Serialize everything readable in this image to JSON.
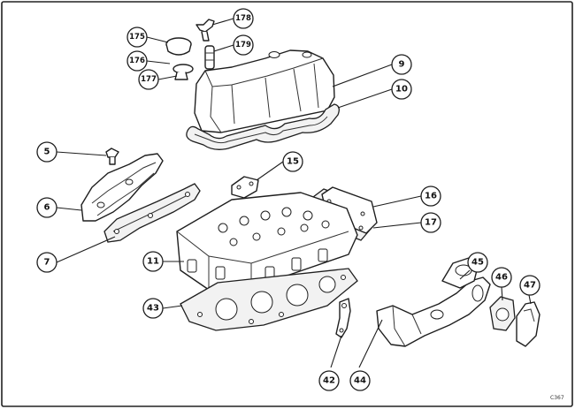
{
  "diagram": {
    "callouts": [
      {
        "id": "c9",
        "label": "9"
      },
      {
        "id": "c10",
        "label": "10"
      },
      {
        "id": "c175",
        "label": "175"
      },
      {
        "id": "c176",
        "label": "176"
      },
      {
        "id": "c177",
        "label": "177"
      },
      {
        "id": "c178",
        "label": "178"
      },
      {
        "id": "c179",
        "label": "179"
      },
      {
        "id": "c5",
        "label": "5"
      },
      {
        "id": "c6",
        "label": "6"
      },
      {
        "id": "c7",
        "label": "7"
      },
      {
        "id": "c15",
        "label": "15"
      },
      {
        "id": "c16",
        "label": "16"
      },
      {
        "id": "c17",
        "label": "17"
      },
      {
        "id": "c11",
        "label": "11"
      },
      {
        "id": "c43",
        "label": "43"
      },
      {
        "id": "c45",
        "label": "45"
      },
      {
        "id": "c46",
        "label": "46"
      },
      {
        "id": "c47",
        "label": "47"
      },
      {
        "id": "c42",
        "label": "42"
      },
      {
        "id": "c44",
        "label": "44"
      }
    ],
    "drawing_code": "C367"
  }
}
